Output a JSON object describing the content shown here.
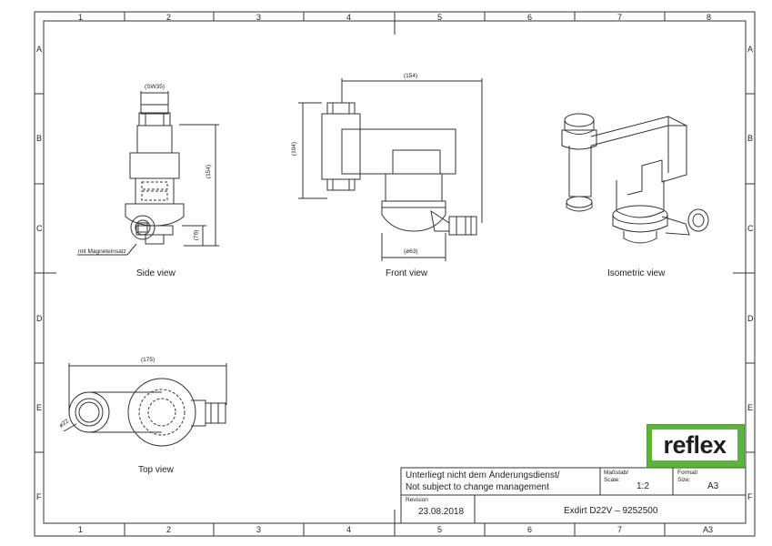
{
  "columns": [
    "1",
    "2",
    "3",
    "4",
    "5",
    "6",
    "7",
    "8"
  ],
  "rows": [
    "A",
    "B",
    "C",
    "D",
    "E",
    "F"
  ],
  "views": {
    "side": "Side view",
    "front": "Front view",
    "isometric": "Isometric view",
    "top": "Top view"
  },
  "dimensions": {
    "side_sw": "(SW35)",
    "side_height": "(154)",
    "side_76": "(76)",
    "side_note": "mit Magneteinsatz",
    "front_width": "(154)",
    "front_height": "(104)",
    "front_dia": "(ø63)",
    "top_width": "(175)",
    "top_dia": "ø22"
  },
  "title_block": {
    "notice_line1": "Unterliegt nicht dem Änderungsdienst/",
    "notice_line2": "Not subject to change management",
    "scale_label_de": "Maßstab/",
    "scale_label_en": "Scale:",
    "scale_value": "1:2",
    "format_label_de": "Format/",
    "format_label_en": "Size:",
    "format_value": "A3",
    "revision_label": "Revision",
    "revision_date": "23.08.2018",
    "title": "Exdirt D22V  –  9252500",
    "bottom_format": "A3"
  },
  "logo": {
    "text": "reflex",
    "color": "#5cb43a"
  }
}
